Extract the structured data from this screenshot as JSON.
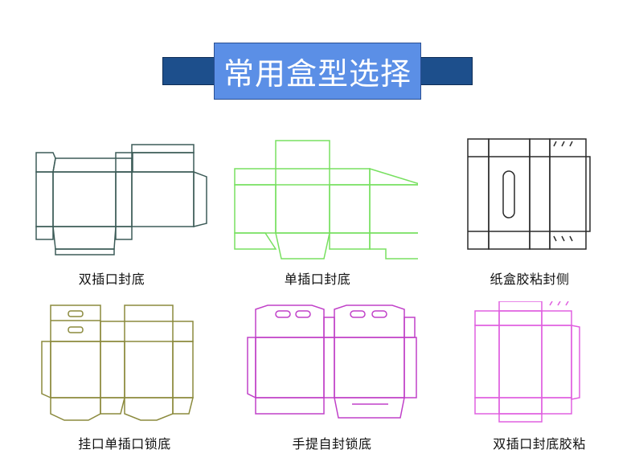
{
  "title": "常用盒型选择",
  "colors": {
    "title_bar": "#1d4f8c",
    "title_box": "#5b8fe6",
    "dark_teal": "#3d5c58",
    "green": "#78e060",
    "black": "#2a2a2a",
    "olive": "#8b8a3d",
    "magenta": "#c040c8",
    "pink": "#e060e0"
  },
  "items": [
    {
      "label": "双插口封底",
      "color": "#3d5c58"
    },
    {
      "label": "单插口封底",
      "color": "#78e060"
    },
    {
      "label": "纸盒胶粘封侧",
      "color": "#2a2a2a"
    },
    {
      "label": "挂口单插口锁底",
      "color": "#8b8a3d"
    },
    {
      "label": "手提自封锁底",
      "color": "#c040c8"
    },
    {
      "label": "双插口封底胶粘",
      "color": "#e060e0"
    }
  ]
}
